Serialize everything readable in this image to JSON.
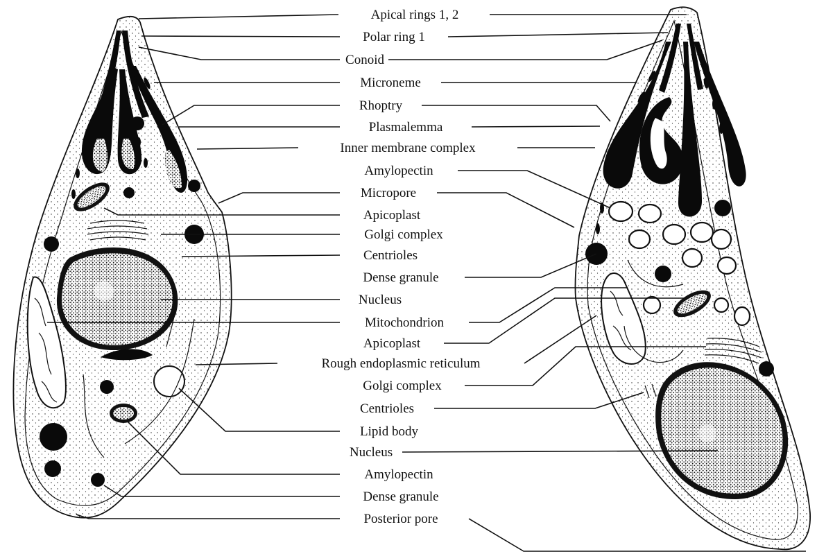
{
  "labels": {
    "apical_rings": "Apical rings 1, 2",
    "polar_ring": "Polar ring 1",
    "conoid": "Conoid",
    "microneme": "Microneme",
    "rhoptry": "Rhoptry",
    "plasmalemma": "Plasmalemma",
    "inner_membrane_complex": "Inner membrane complex",
    "amylopectin_top": "Amylopectin",
    "micropore": "Micropore",
    "apicoplast_top": "Apicoplast",
    "golgi_top": "Golgi complex",
    "centrioles_top": "Centrioles",
    "dense_granule_top": "Dense granule",
    "nucleus_top": "Nucleus",
    "mitochondrion": "Mitochondrion",
    "apicoplast_mid": "Apicoplast",
    "rough_er": "Rough endoplasmic reticulum",
    "golgi_mid": "Golgi complex",
    "centrioles_mid": "Centrioles",
    "lipid_body": "Lipid body",
    "nucleus_bottom": "Nucleus",
    "amylopectin_bottom": "Amylopectin",
    "dense_granule_bottom": "Dense granule",
    "posterior_pore": "Posterior pore"
  },
  "colors": {
    "ink": "#111111",
    "cytoplasm": "#ffffff"
  }
}
